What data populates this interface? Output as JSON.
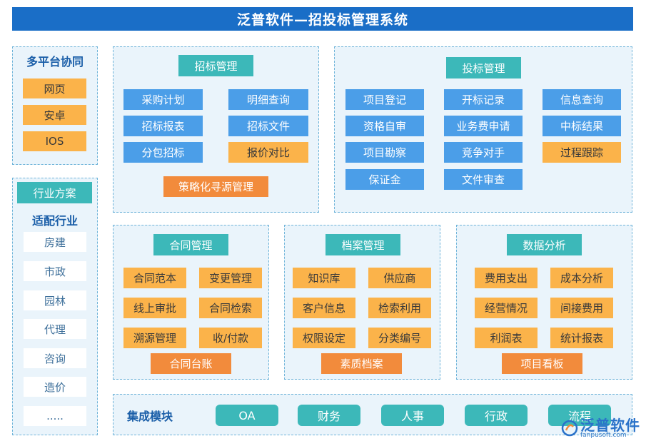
{
  "title": "泛普软件—招投标管理系统",
  "multi_platform": {
    "title": "多平台协同",
    "items": [
      "网页",
      "安卓",
      "IOS"
    ]
  },
  "industry": {
    "header": "行业方案",
    "subtitle": "适配行业",
    "items": [
      "房建",
      "市政",
      "园林",
      "代理",
      "咨询",
      "造价",
      "....."
    ]
  },
  "bidding_mgmt": {
    "header": "招标管理",
    "items": [
      "采购计划",
      "明细查询",
      "招标报表",
      "招标文件",
      "分包招标",
      "报价对比",
      "策略化寻源管理"
    ]
  },
  "tender_mgmt": {
    "header": "投标管理",
    "items": [
      "项目登记",
      "开标记录",
      "信息查询",
      "资格自审",
      "业务费申请",
      "中标结果",
      "项目勘察",
      "竞争对手",
      "过程跟踪",
      "保证金",
      "文件审查"
    ]
  },
  "contract_mgmt": {
    "header": "合同管理",
    "items": [
      "合同范本",
      "变更管理",
      "线上审批",
      "合同检索",
      "溯源管理",
      "收/付款",
      "合同台账"
    ]
  },
  "archive_mgmt": {
    "header": "档案管理",
    "items": [
      "知识库",
      "供应商",
      "客户信息",
      "检索利用",
      "权限设定",
      "分类编号",
      "素质档案"
    ]
  },
  "data_analysis": {
    "header": "数据分析",
    "items": [
      "费用支出",
      "成本分析",
      "经营情况",
      "间接费用",
      "利润表",
      "统计报表",
      "项目看板"
    ]
  },
  "integration": {
    "label": "集成模块",
    "items": [
      "OA",
      "财务",
      "人事",
      "行政",
      "流程"
    ]
  },
  "logo": {
    "name": "泛普软件",
    "url": "fanpusoft.com"
  },
  "colors": {
    "title_bar": "#1a6ec7",
    "header": "#3cb8b9",
    "blue_button": "#4b9ee8",
    "orange_button": "#fbb34a",
    "dark_orange_button": "#f28b3c",
    "panel_bg": "#eaf4fb"
  }
}
